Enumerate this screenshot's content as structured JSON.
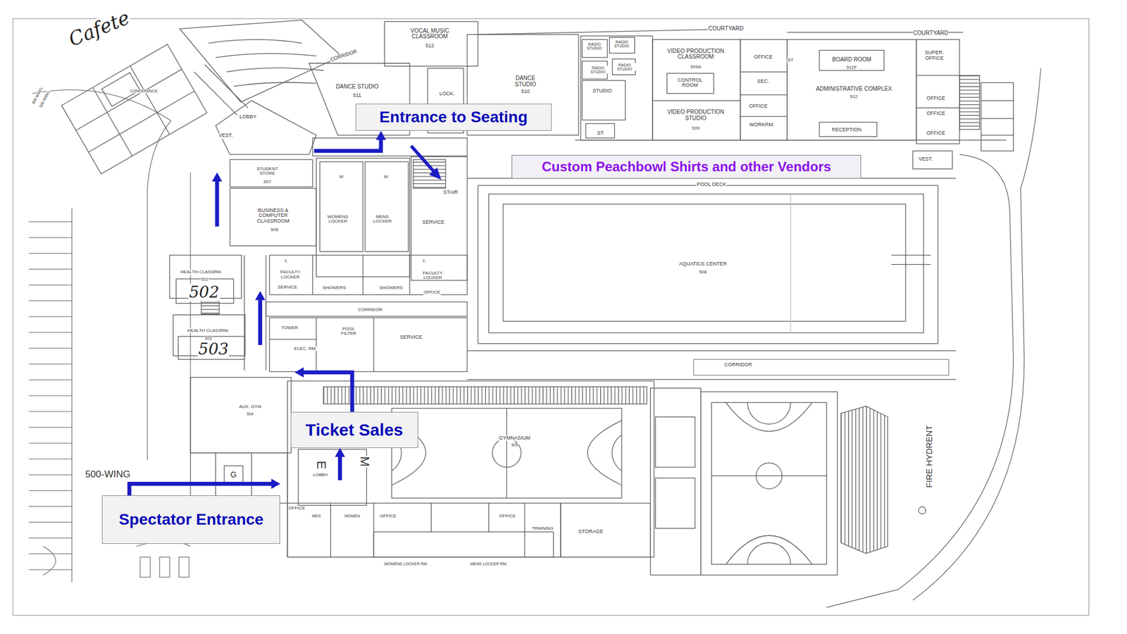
{
  "diagram": {
    "nodes": [
      {
        "text": [
          "Entrance to Seating"
        ]
      },
      {
        "text": [
          "Custom Peachbowl Shirts and other Vendors"
        ]
      },
      {
        "text": [
          "Ticket Sales"
        ]
      },
      {
        "text": [
          "Spectator Entrance"
        ]
      }
    ],
    "edges": [
      {
        "from": 3,
        "to": 2,
        "arrow": "to"
      },
      {
        "from": 2,
        "to": 0,
        "arrow": "to"
      }
    ],
    "labels": [
      "Cafete",
      "VOCAL MUSIC CLASSROOM",
      "512",
      "COURTYARD",
      "COURTYARD",
      "CORRIDOR",
      "LOBBY",
      "VEST.",
      "400 WING",
      "500 WING",
      "CONFERENCE",
      "DANCE STUDIO",
      "511",
      "LOCK.",
      "DANCE STUDIO",
      "510",
      "RADIO STUDIO",
      "RADIO STUDIO",
      "RADIO STUDIO",
      "RADIO STUDIO",
      "STUDIO",
      "ST.",
      "VIDEO PRODUCTION CLASSROOM",
      "509A",
      "CONTROL ROOM",
      "VIDEO PRODUCTION STUDIO",
      "509",
      "OFFICE",
      "ST",
      "SEC.",
      "OFFICE",
      "WORKRM.",
      "BOARD ROOM",
      "512F",
      "ADMINISTRATIVE COMPLEX",
      "512",
      "RECEPTION",
      "SUPER. OFFICE",
      "OFFICE",
      "OFFICE",
      "OFFICE",
      "VEST.",
      "STUDENT STORE",
      "507",
      "BUSINESS & COMPUTER CLASSROOM",
      "506",
      "W",
      "M",
      "WOMENS LOCKER",
      "MENS LOCKER",
      "STAIR",
      "SERVICE",
      "T.",
      "T.",
      "FACULTY LOCKER",
      "FACULTY LOCKER",
      "SERVICE",
      "SHOWERS",
      "SHOWERS",
      "OFFICE",
      "CORRIDOR",
      "HEALTH CLASSRM.",
      "502",
      "502",
      "HEALTH CLASSRM.",
      "503",
      "503",
      "TOWER",
      "POOL FILTER",
      "ELEC. RM.",
      "SERVICE",
      "POOL DECK",
      "AQUATICS CENTER",
      "508",
      "CORRIDOR",
      "AUX. GYM",
      "504",
      "GYMNASIUM",
      "505",
      "M",
      "E",
      "LOBBY",
      "500-WING",
      "G",
      "OFFICE",
      "MEN",
      "WOMEN",
      "OFFICE",
      "OFFICE",
      "TRAINING",
      "STORAGE",
      "WOMENS LOCKER RM.",
      "MENS LOCKER RM.",
      "FIRE HYDRENT"
    ]
  }
}
